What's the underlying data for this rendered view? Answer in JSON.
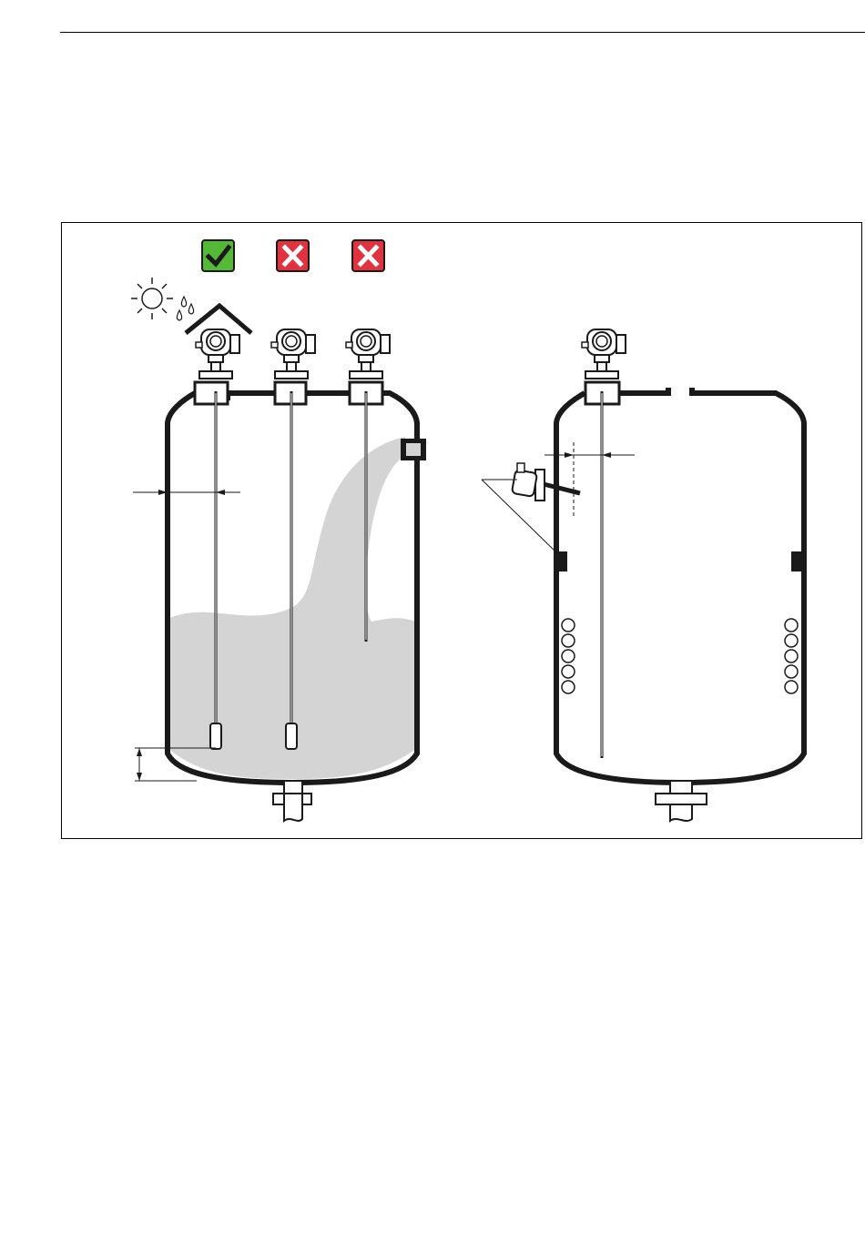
{
  "colors": {
    "ink": "#1a1a1a",
    "liquid": "#d4d4d4",
    "check_bg": "#55b938",
    "cross_bg": "#e23240",
    "white": "#ffffff"
  },
  "markers": [
    {
      "kind": "check",
      "icon": "check-mark-icon",
      "status": "recommended"
    },
    {
      "kind": "cross",
      "icon": "cross-mark-icon",
      "status": "not-recommended"
    },
    {
      "kind": "cross",
      "icon": "cross-mark-icon",
      "status": "not-recommended"
    }
  ],
  "icons": [
    "sun-icon",
    "rain-drops-icon",
    "weather-protection-cover-icon",
    "level-transmitter-icon",
    "level-switch-icon"
  ]
}
